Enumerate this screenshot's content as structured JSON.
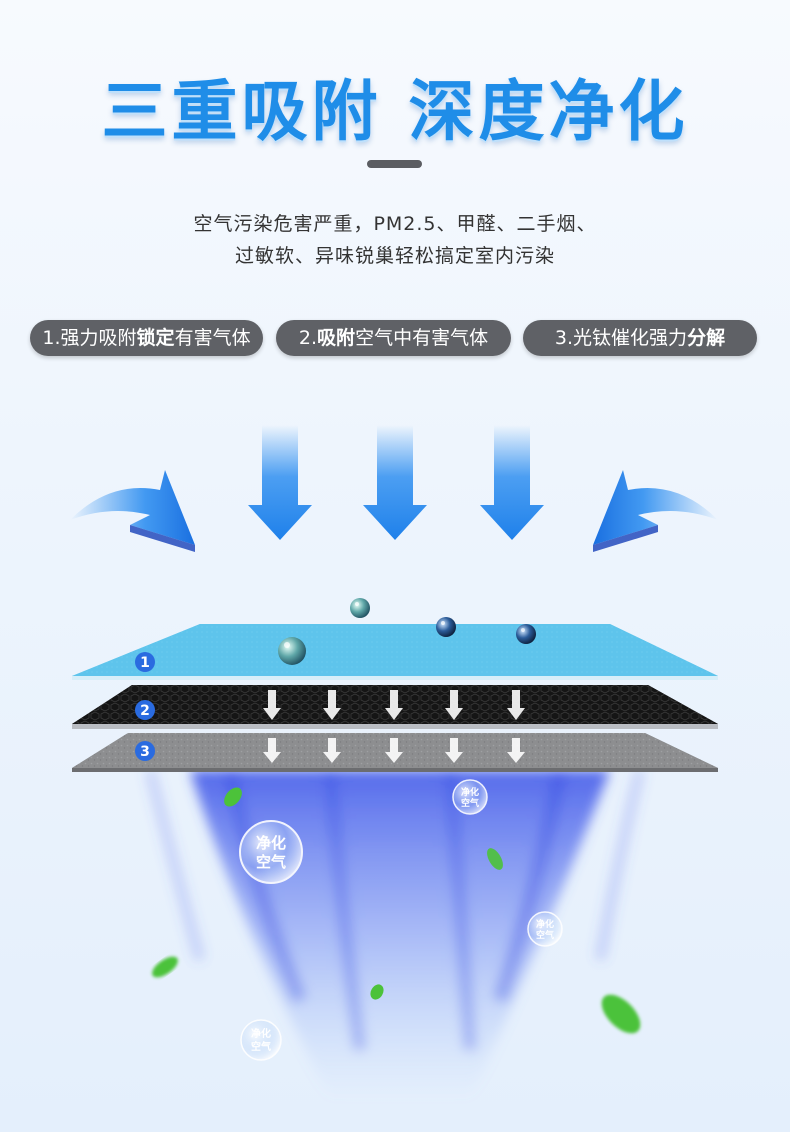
{
  "header": {
    "title": "三重吸附 深度净化",
    "subtitle_line1": "空气污染危害严重，PM2.5、甲醛、二手烟、",
    "subtitle_line2": "过敏软、异味锐巢轻松搞定室内污染"
  },
  "pills": [
    {
      "prefix": "1.强力吸附",
      "bold": "锁定",
      "suffix": "有害气体"
    },
    {
      "prefix": "2.",
      "bold": "吸附",
      "suffix": "空气中有害气体"
    },
    {
      "prefix": "3.光钛催化强力",
      "bold": "分解",
      "suffix": ""
    }
  ],
  "layers": [
    {
      "number": "1",
      "color": "#5ec4ec"
    },
    {
      "number": "2",
      "color": "#1c1c1c"
    },
    {
      "number": "3",
      "color": "#8d8e90"
    }
  ],
  "bubbles": [
    {
      "line1": "净化",
      "line2": "空气"
    },
    {
      "line1": "净化",
      "line2": "空气"
    },
    {
      "line1": "净化",
      "line2": "空气"
    },
    {
      "line1": "净化",
      "line2": "空气"
    }
  ],
  "colors": {
    "title_blue": "#1f8de8",
    "arrow_blue": "#2f8ff0",
    "pill_gray": "#5f6166",
    "badge_blue": "#2a6be0",
    "leaf_green": "#4cc23a"
  }
}
